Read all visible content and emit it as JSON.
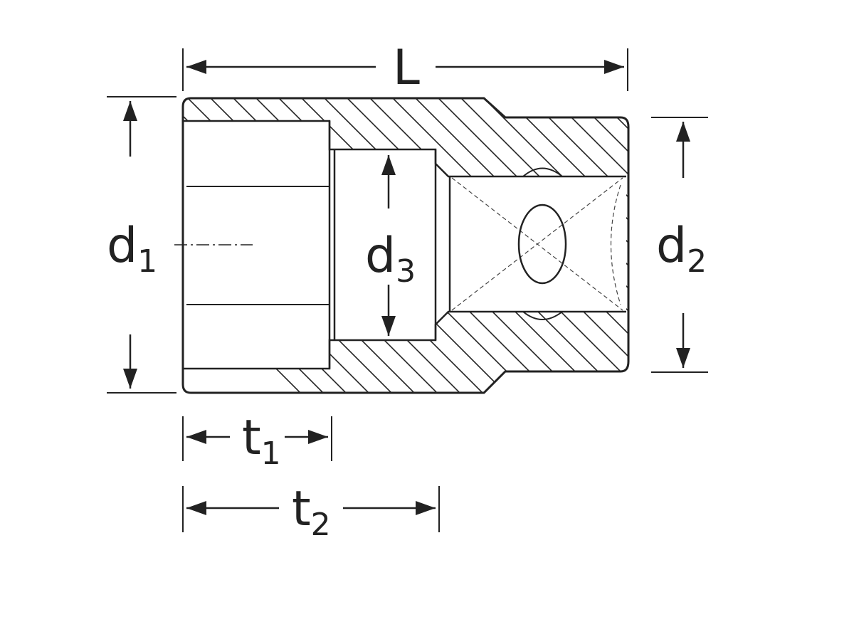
{
  "diagram": {
    "type": "technical-drawing",
    "subject": "socket-section",
    "colors": {
      "ink": "#222222",
      "background": "#ffffff"
    },
    "labels": {
      "L": {
        "base": "L",
        "sub": ""
      },
      "d1": {
        "base": "d",
        "sub": "1"
      },
      "d2": {
        "base": "d",
        "sub": "2"
      },
      "d3": {
        "base": "d",
        "sub": "3"
      },
      "t1": {
        "base": "t",
        "sub": "1"
      },
      "t2": {
        "base": "t",
        "sub": "2"
      }
    }
  }
}
